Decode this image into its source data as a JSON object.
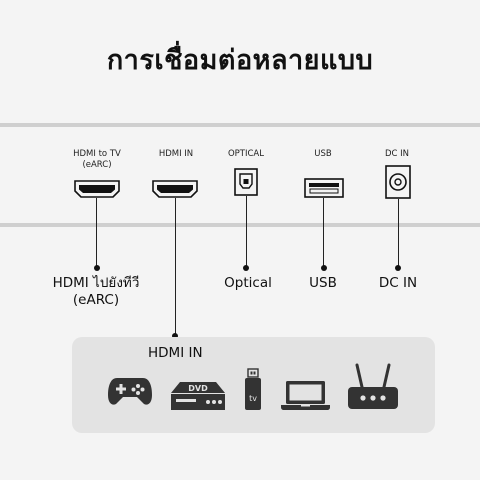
{
  "title": "การเชื่อมต่อหลายแบบ",
  "ports": [
    {
      "label": "HDMI to TV\n(eARC)",
      "icon": "hdmi-port-icon"
    },
    {
      "label": "HDMI IN",
      "icon": "hdmi-port-icon"
    },
    {
      "label": "OPTICAL",
      "icon": "optical-port-icon"
    },
    {
      "label": "USB",
      "icon": "usb-port-icon"
    },
    {
      "label": "DC IN",
      "icon": "dc-in-port-icon"
    }
  ],
  "connections": [
    {
      "label": "HDMI ไปยังทีวี\n(eARC)"
    },
    {
      "label": "Optical"
    },
    {
      "label": "USB"
    },
    {
      "label": "DC IN"
    }
  ],
  "devices_panel": {
    "label": "HDMI IN",
    "devices": [
      {
        "icon": "game-controller-icon"
      },
      {
        "icon": "dvd-player-icon",
        "text": "DVD"
      },
      {
        "icon": "tv-stick-icon",
        "text": "tv"
      },
      {
        "icon": "laptop-icon"
      },
      {
        "icon": "router-icon"
      }
    ]
  },
  "colors": {
    "background": "#f4f4f4",
    "bar": "#cfcfcf",
    "panel": "#e3e3e3",
    "ink": "#111111"
  }
}
